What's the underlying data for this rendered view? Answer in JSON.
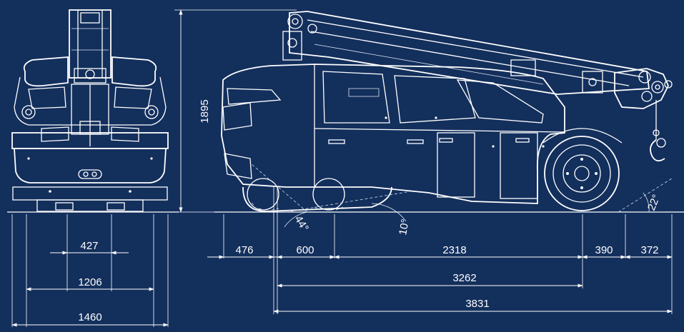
{
  "dimensions": {
    "height": "1895",
    "front_track_inner": "427",
    "front_track_outer": "1206",
    "front_width": "1460",
    "rear_overhang": "476",
    "front_segment": "600",
    "track_length": "2318",
    "wheel_offset": "390",
    "front_overhang": "372",
    "wheelbase_total": "3262",
    "overall_length": "3831"
  },
  "angles": {
    "rear_approach": "44°",
    "ground_slope": "10°",
    "front_approach": "22°"
  },
  "colors": {
    "background": "#132f5c",
    "lines": "#ffffff"
  }
}
